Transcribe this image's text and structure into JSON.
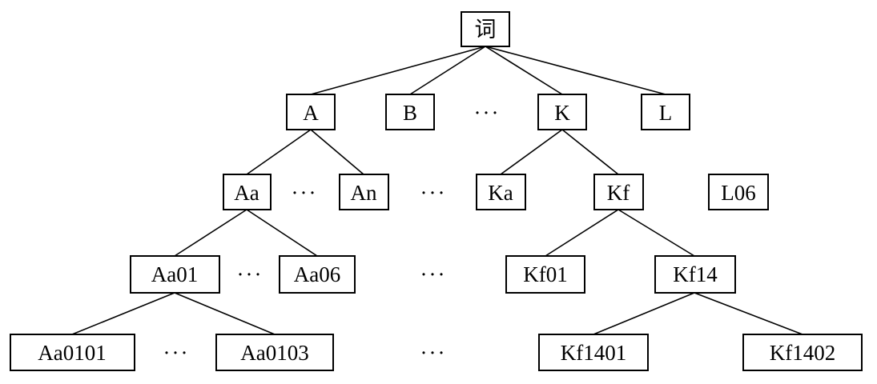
{
  "tree": {
    "root": "词",
    "level1": [
      "A",
      "B",
      "K",
      "L"
    ],
    "level2": [
      "Aa",
      "An",
      "Ka",
      "Kf",
      "L06"
    ],
    "level3": [
      "Aa01",
      "Aa06",
      "Kf01",
      "Kf14"
    ],
    "level4": [
      "Aa0101",
      "Aa0103",
      "Kf1401",
      "Kf1402"
    ],
    "ellipsis": "···"
  },
  "colors": {
    "line": "#000000",
    "box_border": "#000000",
    "background": "#ffffff"
  }
}
